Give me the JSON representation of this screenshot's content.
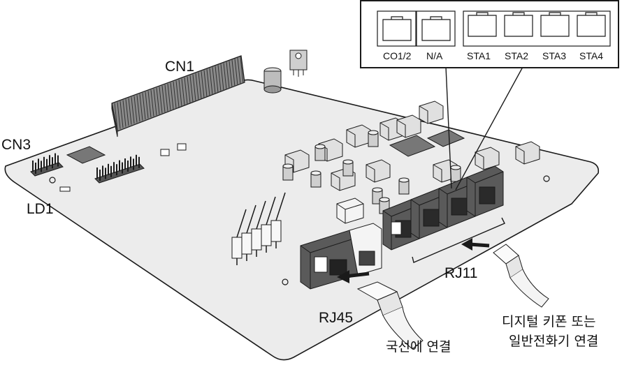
{
  "labels": {
    "cn1": "CN1",
    "cn3": "CN3",
    "ld1": "LD1",
    "rj11": "RJ11",
    "rj45": "RJ45",
    "co_connect": "국선에 연결",
    "station_connect_line1": "디지털 키폰 또는",
    "station_connect_line2": "일반전화기 연결"
  },
  "port_panel": {
    "ports": [
      "CO1/2",
      "N/A",
      "STA1",
      "STA2",
      "STA3",
      "STA4"
    ]
  },
  "colors": {
    "board_fill": "#ececec",
    "outline": "#1a1a1a",
    "jack_dark": "#555555",
    "background": "#ffffff"
  }
}
